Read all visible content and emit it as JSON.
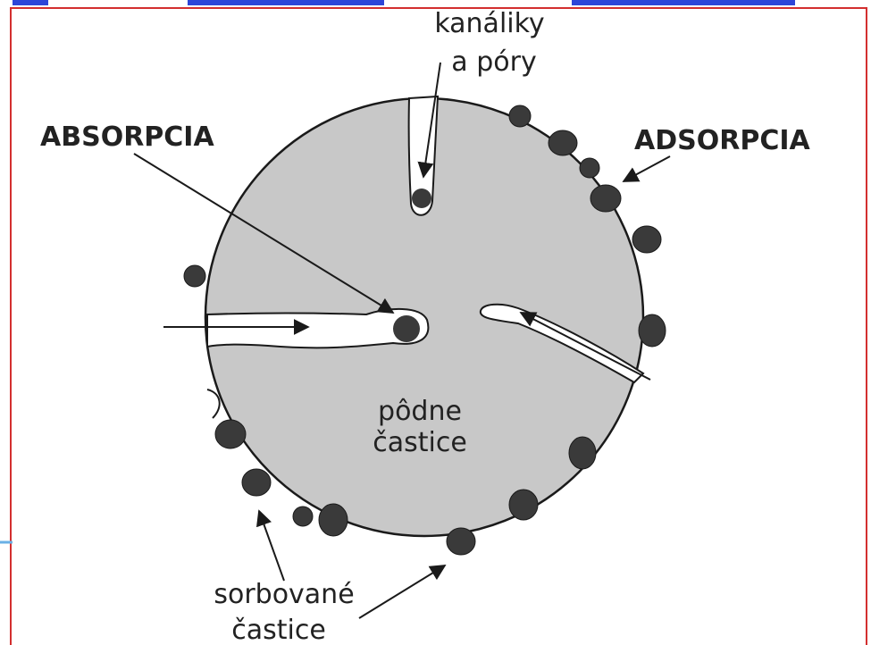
{
  "labels": {
    "channels_line1": "kanáliky",
    "channels_line2": "a póry",
    "absorption": "ABSORPCIA",
    "adsorption": "ADSORPCIA",
    "particle_line1": "pôdne",
    "particle_line2": "častice",
    "sorbed_line1": "sorbované",
    "sorbed_line2": "častice"
  },
  "colors": {
    "frame_red": "#d32f2f",
    "header_blue": "#2d45d8",
    "line_blue": "#6ab0e6",
    "particle_fill": "#c8c8c8",
    "sorbed_fill": "#3a3a3a",
    "ink": "#1a1a1a"
  }
}
